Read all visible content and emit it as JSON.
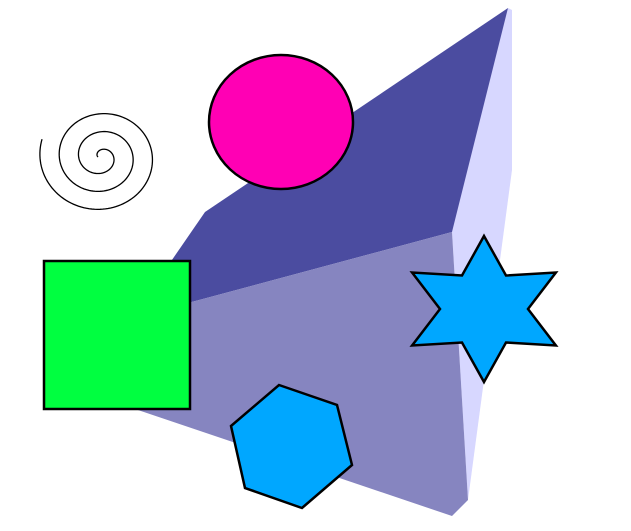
{
  "colors": {
    "background": "#ffffff",
    "prism_top": "#4b4ca0",
    "prism_side": "#8685c0",
    "prism_edge": "#d7d7ff",
    "outline": "#000000",
    "circle_fill": "#ff00b4",
    "square_fill": "#00ff40",
    "star_fill": "#00a7ff",
    "hexagon_fill": "#00a7ff",
    "spiral_stroke": "#000000"
  },
  "shapes": [
    {
      "name": "spiral-icon",
      "kind": "spiral"
    },
    {
      "name": "circle-shape",
      "kind": "circle"
    },
    {
      "name": "prism-shape",
      "kind": "prism"
    },
    {
      "name": "square-shape",
      "kind": "square"
    },
    {
      "name": "star-shape",
      "kind": "star",
      "points": 6
    },
    {
      "name": "hexagon-shape",
      "kind": "hexagon",
      "sides": 6
    }
  ]
}
